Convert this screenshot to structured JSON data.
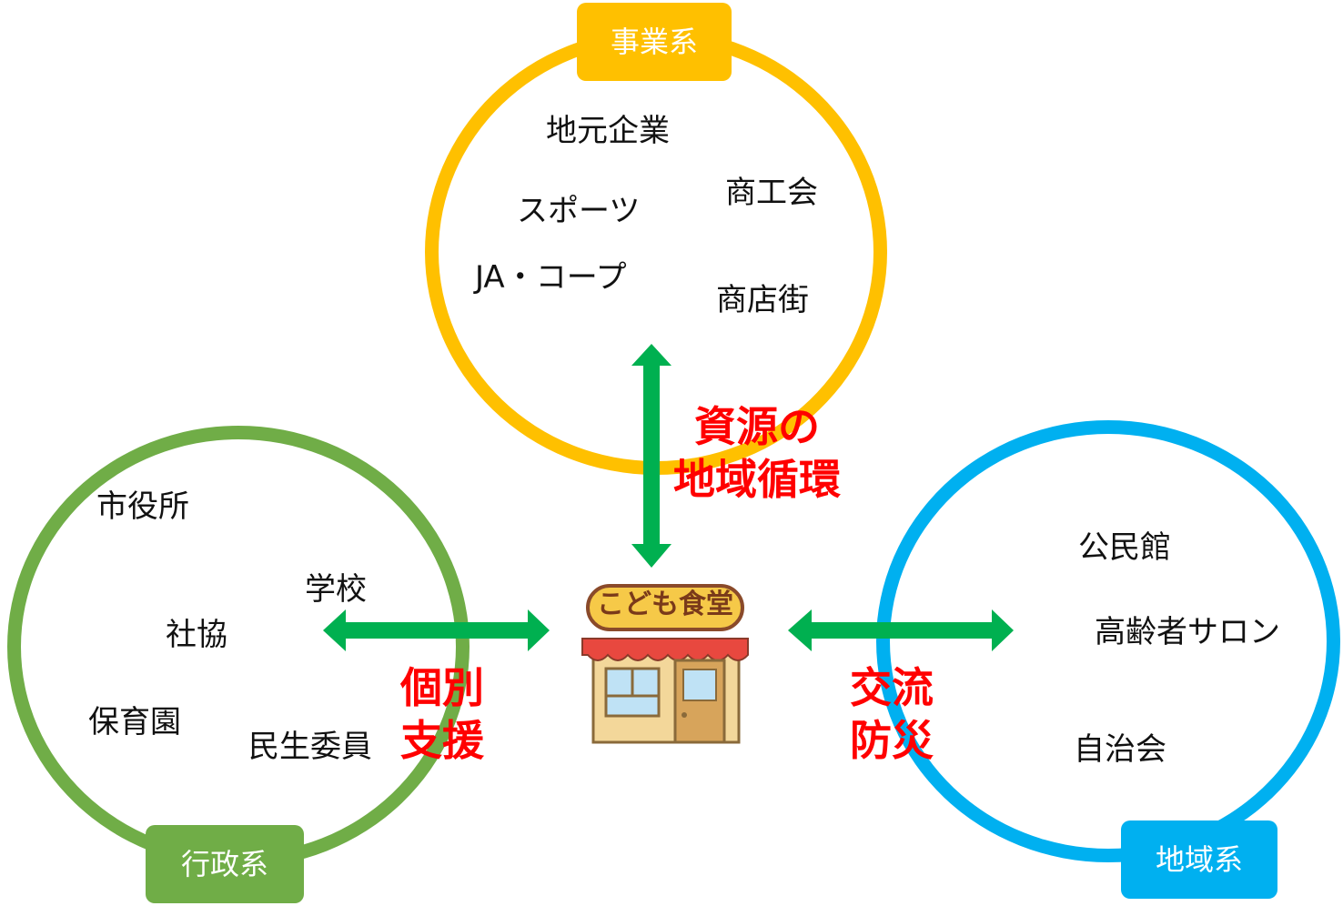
{
  "colors": {
    "business": "#ffc000",
    "admin": "#70ad47",
    "community": "#00b0f0",
    "arrow": "#00b050",
    "emphasis": "#ff0000"
  },
  "business": {
    "badge": "事業系",
    "items": [
      "地元企業",
      "商工会",
      "スポーツ",
      "JA・コープ",
      "商店街"
    ]
  },
  "admin": {
    "badge": "行政系",
    "items": [
      "市役所",
      "学校",
      "社協",
      "保育園",
      "民生委員"
    ]
  },
  "community": {
    "badge": "地域系",
    "items": [
      "公民館",
      "高齢者サロン",
      "自治会"
    ]
  },
  "center": {
    "sign": "こども食堂",
    "icon": "store-icon"
  },
  "links": {
    "top": [
      "資源の",
      "地域循環"
    ],
    "left": [
      "個別",
      "支援"
    ],
    "right": [
      "交流",
      "防災"
    ]
  }
}
